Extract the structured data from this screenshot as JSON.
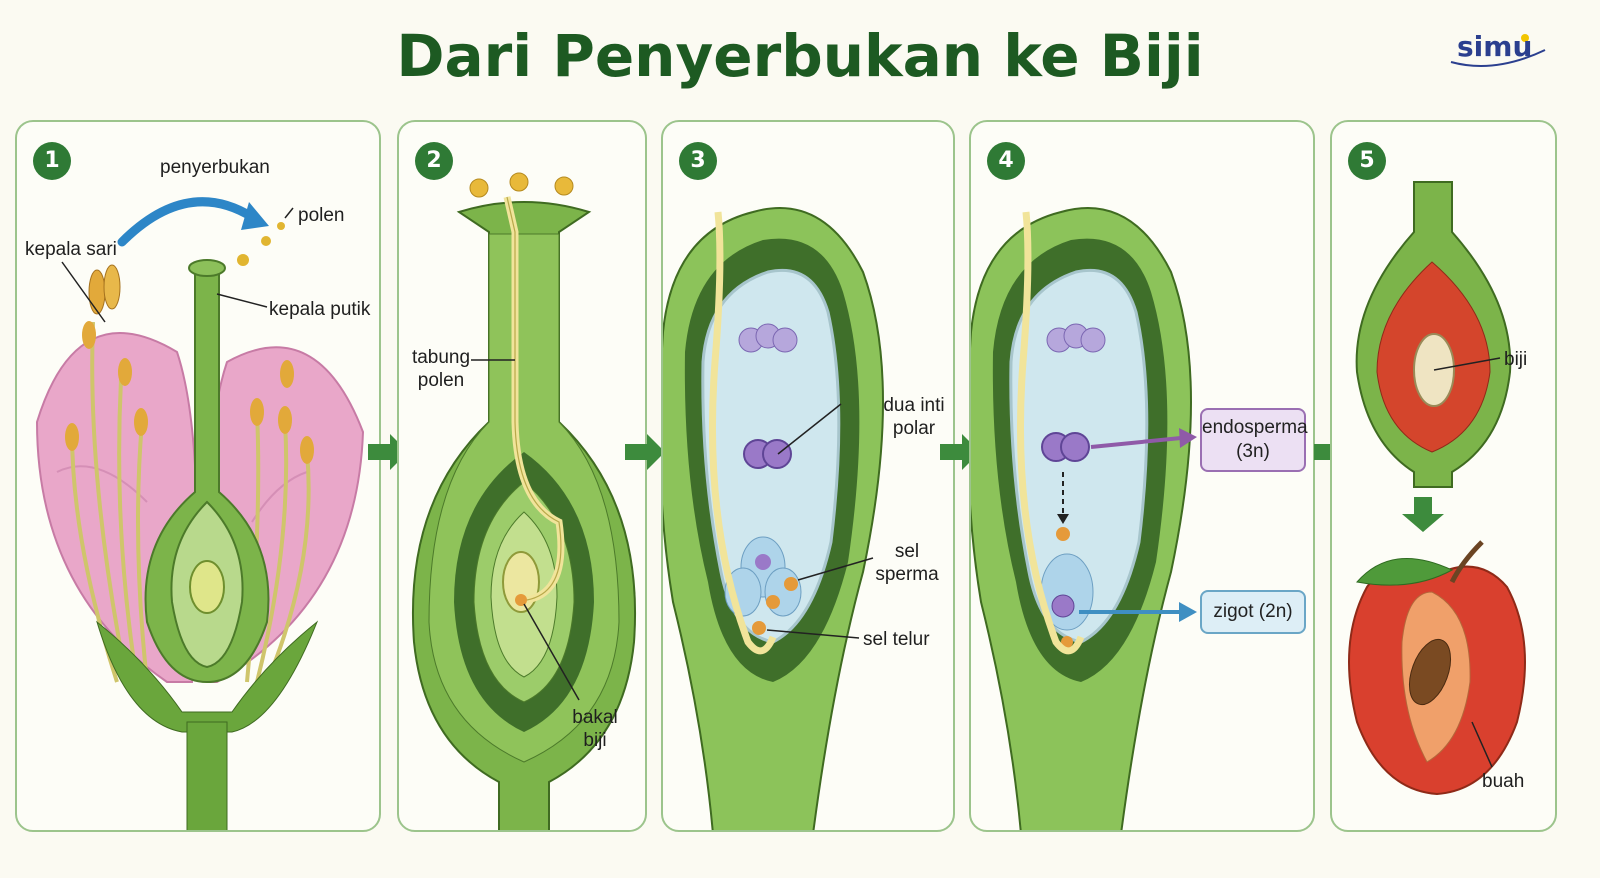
{
  "title": "Dari Penyerbukan ke Biji",
  "logo": "simu",
  "colors": {
    "title": "#1d5a22",
    "badge": "#2f7a35",
    "panel_border": "#9cc48c",
    "tissue_green": "#7cb44a",
    "petal_pink": "#e9a7c9",
    "sac_blue": "#cfe7ee",
    "nucleus_purple": "#8f6cc0",
    "sperm_orange": "#e59a3a",
    "endosperm_border": "#9a6fb2",
    "zygote_border": "#6aa6c6",
    "fruit_red": "#d9402e"
  },
  "panels": [
    {
      "number": "1",
      "labels": {
        "pollination": "penyerbukan",
        "pollen": "polen",
        "anther": "kepala sari",
        "stigma": "kepala putik"
      }
    },
    {
      "number": "2",
      "labels": {
        "tube_line1": "tabung",
        "tube_line2": "polen",
        "ovule_line1": "bakal",
        "ovule_line2": "biji"
      }
    },
    {
      "number": "3",
      "labels": {
        "polar_line1": "dua inti",
        "polar_line2": "polar",
        "sperm_line1": "sel",
        "sperm_line2": "sperma",
        "egg": "sel telur"
      }
    },
    {
      "number": "4",
      "labels": {
        "endosperm_line1": "endosperma",
        "endosperm_line2": "(3n)",
        "zygote": "zigot (2n)"
      }
    },
    {
      "number": "5",
      "labels": {
        "seed": "biji",
        "fruit": "buah"
      }
    }
  ],
  "icons": {
    "step_arrow": "right-arrow-icon",
    "down_arrow": "down-arrow-icon"
  }
}
